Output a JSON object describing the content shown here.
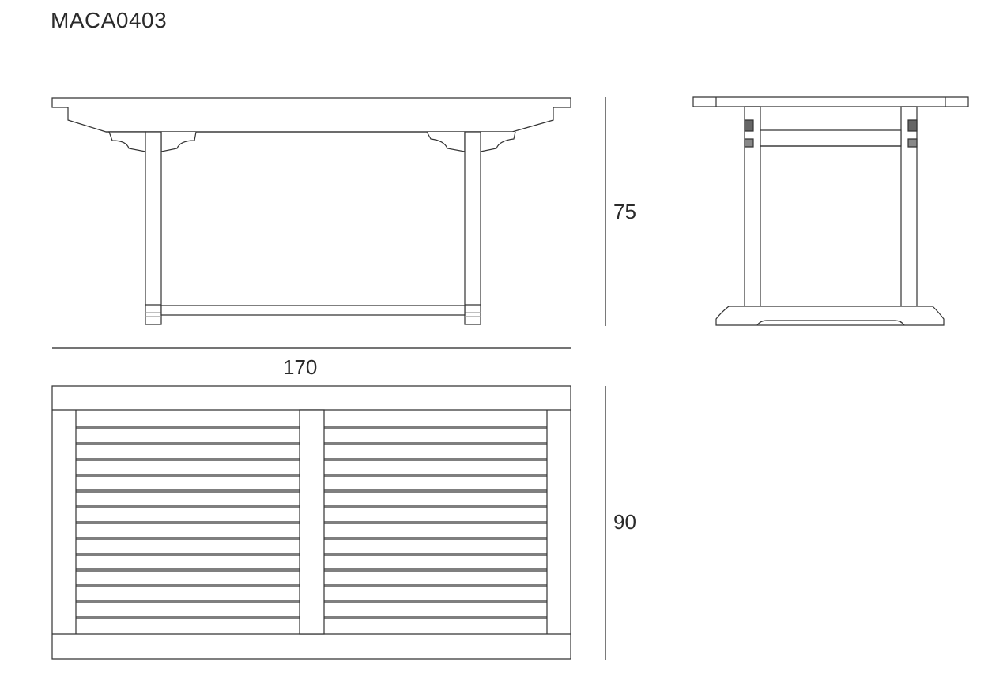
{
  "product_code": "MACA0403",
  "dimensions": {
    "width": "170",
    "height": "75",
    "depth": "90"
  },
  "colors": {
    "line": "#333333",
    "fill": "#ffffff",
    "shade": "#888888"
  }
}
